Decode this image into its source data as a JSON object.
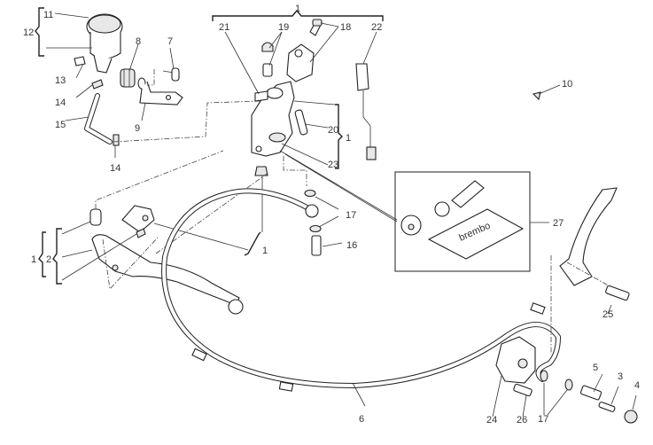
{
  "diagram": {
    "type": "exploded-parts-diagram",
    "subject": "clutch master cylinder and hose assembly",
    "kit_brand_text": "brembo",
    "callouts": [
      {
        "id": "c1-top",
        "text": "1"
      },
      {
        "id": "c1-right",
        "text": "1"
      },
      {
        "id": "c1-left",
        "text": "1"
      },
      {
        "id": "c1-lever",
        "text": "1"
      },
      {
        "id": "c2",
        "text": "2"
      },
      {
        "id": "c3",
        "text": "3"
      },
      {
        "id": "c4",
        "text": "4"
      },
      {
        "id": "c5",
        "text": "5"
      },
      {
        "id": "c6",
        "text": "6"
      },
      {
        "id": "c7",
        "text": "7"
      },
      {
        "id": "c8",
        "text": "8"
      },
      {
        "id": "c9",
        "text": "9"
      },
      {
        "id": "c10",
        "text": "10"
      },
      {
        "id": "c11",
        "text": "11"
      },
      {
        "id": "c12",
        "text": "12"
      },
      {
        "id": "c13",
        "text": "13"
      },
      {
        "id": "c14-top",
        "text": "14"
      },
      {
        "id": "c14-bottom",
        "text": "14"
      },
      {
        "id": "c15",
        "text": "15"
      },
      {
        "id": "c16",
        "text": "16"
      },
      {
        "id": "c17-mid",
        "text": "17"
      },
      {
        "id": "c17-bottom",
        "text": "17"
      },
      {
        "id": "c18",
        "text": "18"
      },
      {
        "id": "c19",
        "text": "19"
      },
      {
        "id": "c20",
        "text": "20"
      },
      {
        "id": "c21",
        "text": "21"
      },
      {
        "id": "c22",
        "text": "22"
      },
      {
        "id": "c23",
        "text": "23"
      },
      {
        "id": "c24",
        "text": "24"
      },
      {
        "id": "c25",
        "text": "25"
      },
      {
        "id": "c26",
        "text": "26"
      },
      {
        "id": "c27",
        "text": "27"
      }
    ]
  }
}
